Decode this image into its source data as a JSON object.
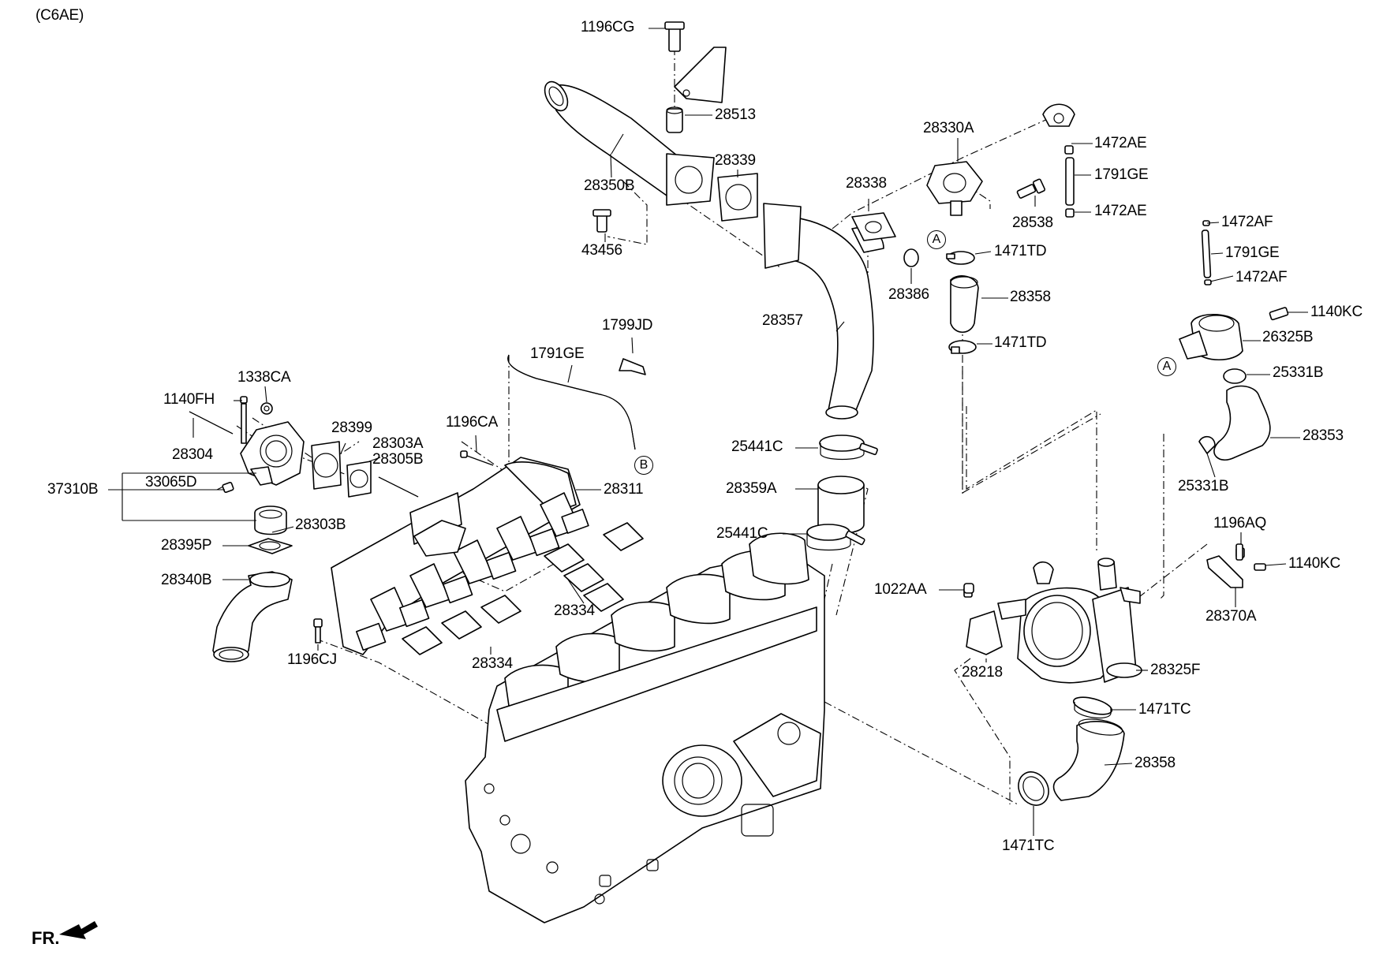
{
  "model_code": "(C6AE)",
  "front_indicator": "FR.",
  "connector_marks": {
    "a": "A",
    "b": "B"
  },
  "part_labels": [
    "1196CG",
    "28513",
    "28350B",
    "28339",
    "43456",
    "28330A",
    "1472AE",
    "1791GE",
    "1472AE",
    "28538",
    "28338",
    "28386",
    "1471TD",
    "28358",
    "28357",
    "1471TD",
    "1472AF",
    "1791GE",
    "1472AF",
    "1140KC",
    "26325B",
    "25331B",
    "28353",
    "25331B",
    "1799JD",
    "1791GE",
    "1338CA",
    "1140FH",
    "28399",
    "28304",
    "28303A",
    "28305B",
    "1196CA",
    "28311",
    "37310B",
    "33065D",
    "28303B",
    "28395P",
    "28340B",
    "1196CJ",
    "28334",
    "28334",
    "25441C",
    "28359A",
    "25441C",
    "1022AA",
    "1196AQ",
    "1140KC",
    "28370A",
    "28218",
    "28325F",
    "1471TC",
    "28358",
    "1471TC"
  ]
}
